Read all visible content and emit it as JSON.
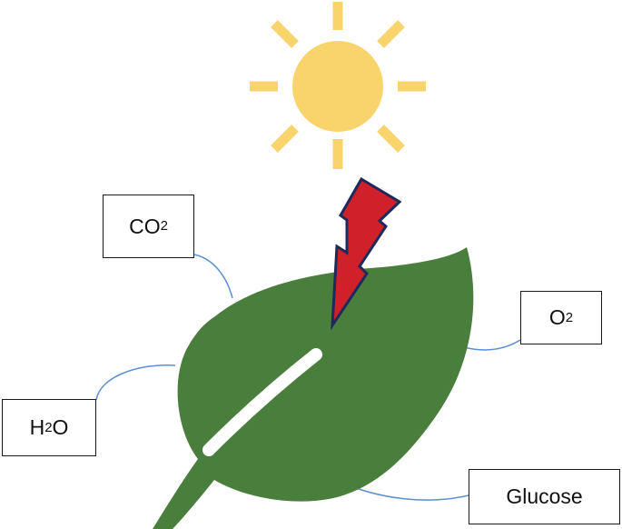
{
  "labels": {
    "co2": {
      "main": "CO",
      "sub": "2"
    },
    "o2": {
      "main": "O",
      "sub": "2"
    },
    "h2o": {
      "main": "H",
      "sub": "2",
      "tail": "O"
    },
    "glucose": {
      "main": "Glucose"
    }
  },
  "colors": {
    "sun": "#f9d36c",
    "leaf": "#4a7e3d",
    "stem_gap": "#ffffff",
    "lightning_fill": "#d0202a",
    "lightning_outline": "#1f2a5c",
    "connector": "#5b8fd0",
    "box_border": "#1a1a1a"
  },
  "icons": {
    "sun": "sun-icon",
    "lightning": "lightning-bolt-icon",
    "leaf": "leaf-icon"
  }
}
